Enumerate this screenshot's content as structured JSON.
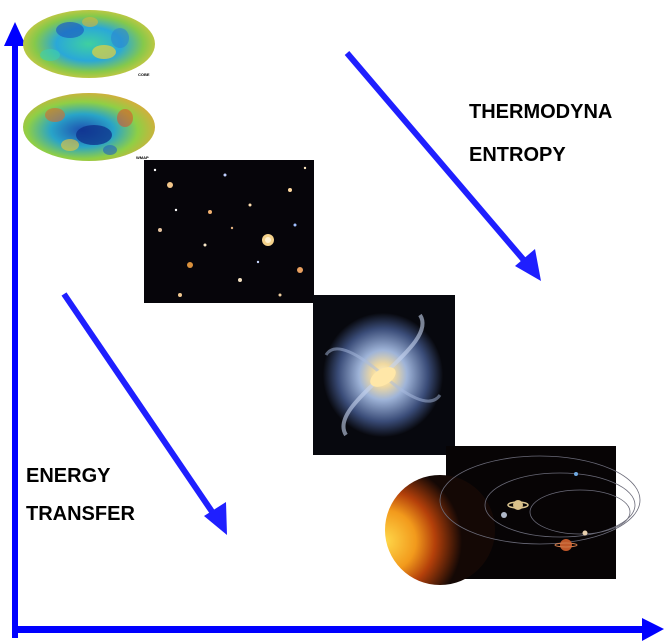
{
  "labels": {
    "thermo_line1": "THERMODYNA",
    "thermo_line2": "ENTROPY",
    "energy_line1": "ENERGY",
    "energy_line2": "TRANSFER"
  },
  "map_tags": {
    "top": "COBE",
    "bottom": "WMAP"
  },
  "colors": {
    "axis": "#0000ff",
    "arrow": "#1f1fff",
    "text": "#000000"
  },
  "images": [
    {
      "name": "cobe-cmb-map"
    },
    {
      "name": "wmap-cmb-map"
    },
    {
      "name": "deep-field-galaxies"
    },
    {
      "name": "spiral-galaxy"
    },
    {
      "name": "solar-system"
    }
  ]
}
